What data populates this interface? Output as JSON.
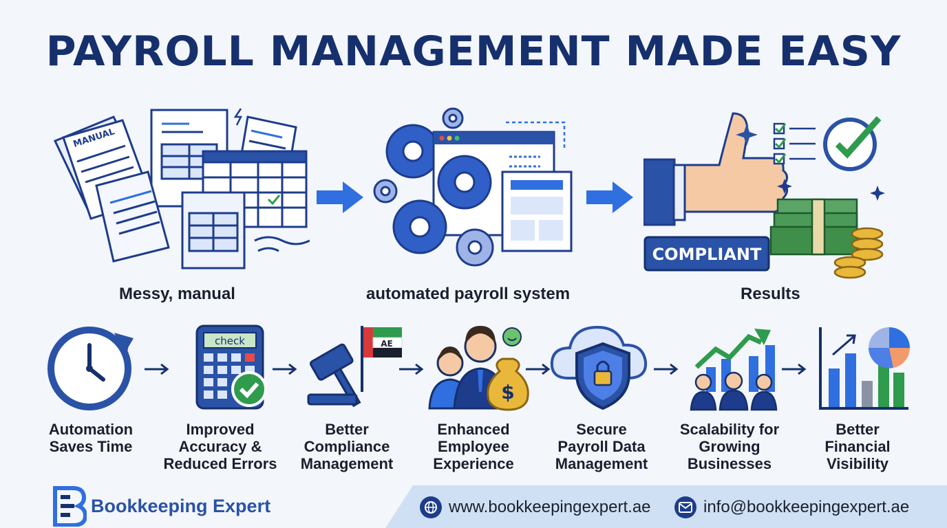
{
  "title": "PAYROLL MANAGEMENT MADE EASY",
  "stages": [
    {
      "label": "Messy, manual",
      "doc_tag": "MANUAL"
    },
    {
      "label": "automated payroll system"
    },
    {
      "label": "Results",
      "badge": "COMPLIANT"
    }
  ],
  "benefits": [
    {
      "label_lines": [
        "Automation",
        "Saves Time"
      ]
    },
    {
      "label_lines": [
        "Improved",
        "Accuracy &",
        "Reduced Errors"
      ],
      "screen_text": "check"
    },
    {
      "label_lines": [
        "Better",
        "Compliance",
        "Management"
      ],
      "flag_text": "AE"
    },
    {
      "label_lines": [
        "Enhanced",
        "Employee",
        "Experience"
      ]
    },
    {
      "label_lines": [
        "Secure",
        "Payroll Data",
        "Management"
      ]
    },
    {
      "label_lines": [
        "Scalability for",
        "Growing",
        "Businesses"
      ]
    },
    {
      "label_lines": [
        "Better",
        "Financial",
        "Visibility"
      ]
    }
  ],
  "footer": {
    "brand": "Bookkeeping Expert",
    "website": "www.bookkeepingexpert.ae",
    "email": "info@bookkeepingexpert.ae"
  },
  "colors": {
    "navy": "#16306d",
    "blue": "#2a52a6",
    "accent_blue": "#2f6fe0",
    "green": "#2e9b4d",
    "money_green": "#3f8f4a",
    "gold": "#e9b83a"
  }
}
